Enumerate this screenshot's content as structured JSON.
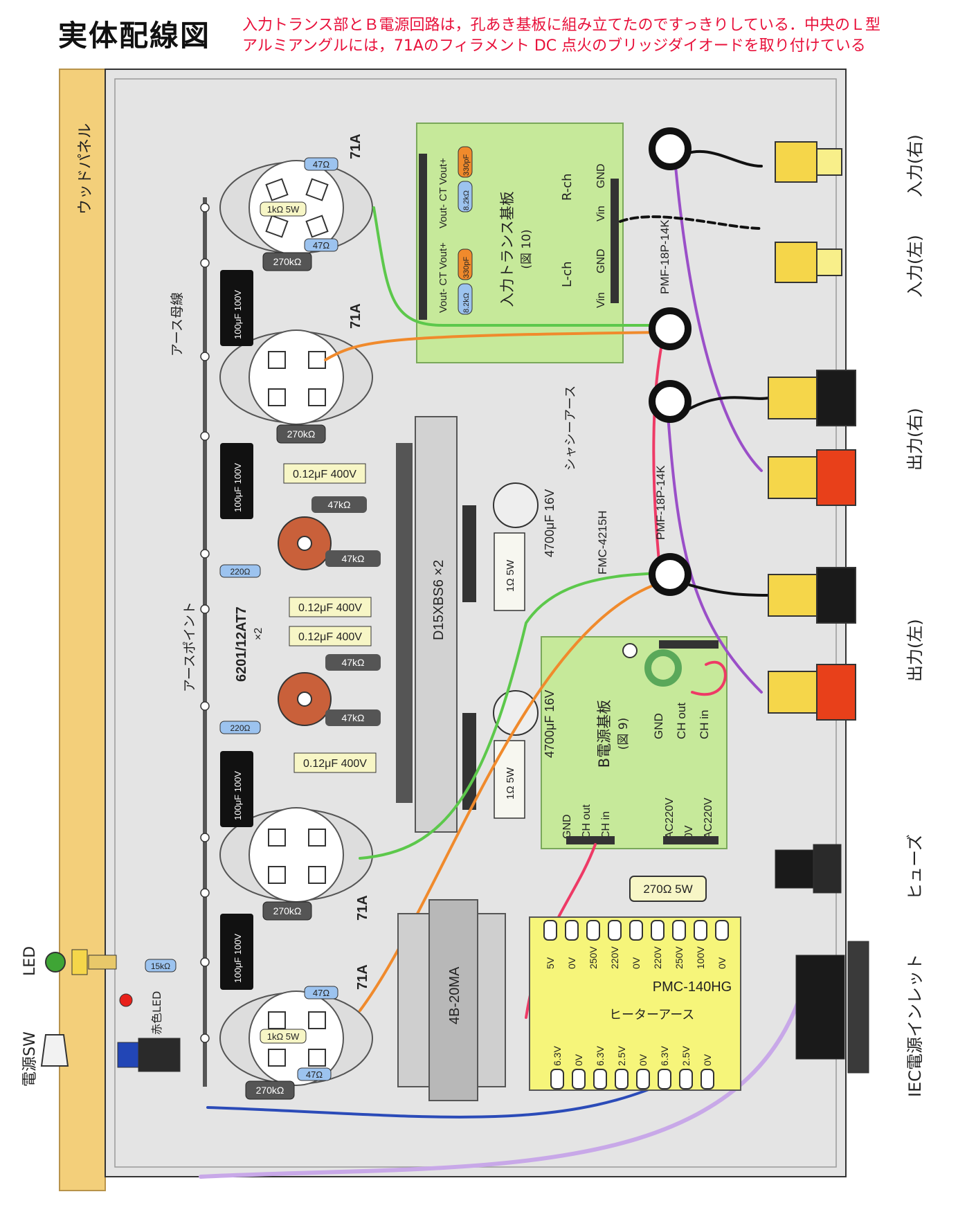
{
  "header": {
    "title": "実体配線図",
    "caption_lines": [
      "入力トランス部とＢ電源回路は，孔あき基板に組み立てたのですっきりしている．中央のＬ型",
      "アルミアングルには，71Aのフィラメント DC 点火のブリッジダイオードを取り付けている"
    ]
  },
  "labels": {
    "wood_panel": "ウッドパネル",
    "earth_bus": "アース母線",
    "earth_point": "アースポイント",
    "chassis_earth": "シャシーアース",
    "heater_earth": "ヒーターアース",
    "led": "LED",
    "red_led": "赤色LED",
    "power_sw": "電源SW",
    "fuse": "ヒューズ",
    "iec_inlet": "IEC電源インレット",
    "input_r": "入力(右)",
    "input_l": "入力(左)",
    "output_r": "出力(右)",
    "output_l": "出力(左)",
    "pmf_top": "PMF-18P-14K",
    "pmf_mid": "PMF-18P-14K",
    "fmc": "FMC-4215H",
    "d15": "D15XBS6 ×2",
    "tube_12at7": "6201/12AT7",
    "tube_12at7_count": "×2",
    "tube_71a": "71A",
    "choke": "4B-20MA",
    "power_tx": "PMC-140HG"
  },
  "input_board": {
    "title": "入力トランス基板",
    "ref": "(図 10)",
    "lch": "L-ch",
    "rch": "R-ch",
    "vin": "Vin",
    "gnd": "GND",
    "vout_top": "Vout- CT Vout+",
    "cap": "330pF",
    "res": "8.2kΩ"
  },
  "b_board": {
    "title": "B電源基板",
    "ref": "(図 9)",
    "gnd": "GND",
    "ch_out": "CH out",
    "ch_in": "CH in",
    "ac220": "AC220V",
    "ov": "0V"
  },
  "components": {
    "r47": "47Ω",
    "r1k": "1kΩ 5W",
    "r270k": "270kΩ",
    "c100": "100μF 100V",
    "c012": "0.12μF 400V",
    "r47k": "47kΩ",
    "r220": "220Ω",
    "c4700": "4700μF 16V",
    "r1": "1Ω 5W",
    "r15k": "15kΩ",
    "r270_5w": "270Ω 5W"
  },
  "pmc_top_taps": [
    "5V",
    "0V",
    "250V",
    "220V",
    "0V",
    "220V",
    "250V",
    "100V",
    "0V"
  ],
  "pmc_bottom_taps": [
    "6.3V",
    "0V",
    "6.3V",
    "2.5V",
    "0V",
    "6.3V",
    "2.5V",
    "0V"
  ],
  "colors": {
    "wood": "#f3cf7a",
    "chassis": "#e6e6e6",
    "green_board": "#c6e99a",
    "yellow_tx": "#f6f57a",
    "wire_green": "#5cc84b",
    "wire_orange": "#f08a2c",
    "wire_red": "#ee3a66",
    "wire_blue": "#2b4bb8",
    "wire_purple": "#9a4fc8",
    "wire_black": "#111111",
    "caption_red": "#e8103a"
  }
}
